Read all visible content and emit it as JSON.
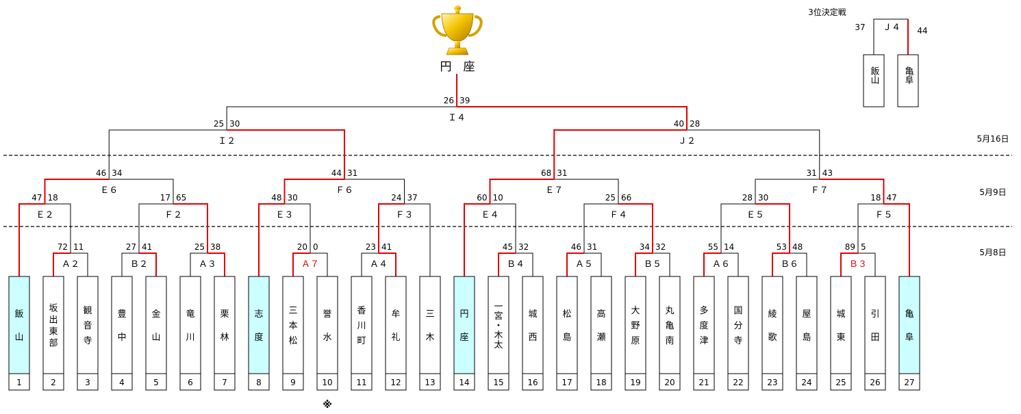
{
  "champion": {
    "label": "円　座"
  },
  "third_place": {
    "title": "3位決定戦",
    "match": "Ｊ４",
    "left_score": "37",
    "right_score": "44",
    "teams": [
      {
        "name": "飯山",
        "winner": false
      },
      {
        "name": "亀阜",
        "winner": true
      }
    ]
  },
  "dates": [
    "5月16日",
    "5月9日",
    "5月8日"
  ],
  "footnote_mark": "※",
  "teams": [
    {
      "seed": "1",
      "name": "飯山",
      "highlight": true
    },
    {
      "seed": "2",
      "name": "坂出東部",
      "highlight": false
    },
    {
      "seed": "3",
      "name": "観音寺",
      "highlight": false
    },
    {
      "seed": "4",
      "name": "豊中",
      "highlight": false
    },
    {
      "seed": "5",
      "name": "金山",
      "highlight": false
    },
    {
      "seed": "6",
      "name": "竜川",
      "highlight": false
    },
    {
      "seed": "7",
      "name": "栗林",
      "highlight": false
    },
    {
      "seed": "8",
      "name": "志度",
      "highlight": true
    },
    {
      "seed": "9",
      "name": "三本松",
      "highlight": false
    },
    {
      "seed": "10",
      "name": "誉水",
      "highlight": false
    },
    {
      "seed": "11",
      "name": "香川町",
      "highlight": false
    },
    {
      "seed": "12",
      "name": "牟礼",
      "highlight": false
    },
    {
      "seed": "13",
      "name": "三木",
      "highlight": false
    },
    {
      "seed": "14",
      "name": "円座",
      "highlight": true
    },
    {
      "seed": "15",
      "name": "一宮・木太",
      "highlight": false
    },
    {
      "seed": "16",
      "name": "城西",
      "highlight": false
    },
    {
      "seed": "17",
      "name": "松島",
      "highlight": false
    },
    {
      "seed": "18",
      "name": "高瀬",
      "highlight": false
    },
    {
      "seed": "19",
      "name": "大野原",
      "highlight": false
    },
    {
      "seed": "20",
      "name": "丸亀南",
      "highlight": false
    },
    {
      "seed": "21",
      "name": "多度津",
      "highlight": false
    },
    {
      "seed": "22",
      "name": "国分寺",
      "highlight": false
    },
    {
      "seed": "23",
      "name": "綾歌",
      "highlight": false
    },
    {
      "seed": "24",
      "name": "屋島",
      "highlight": false
    },
    {
      "seed": "25",
      "name": "城東",
      "highlight": false
    },
    {
      "seed": "26",
      "name": "引田",
      "highlight": false
    },
    {
      "seed": "27",
      "name": "亀阜",
      "highlight": true
    }
  ],
  "colors": {
    "win_line": "#e00000",
    "line": "#000000",
    "highlight_fill": "#ccffff",
    "red_label": "#e00000"
  },
  "matches": [
    {
      "id": "A2",
      "label": "Ａ２",
      "left": [
        2
      ],
      "right": [
        3
      ],
      "scores": [
        "72",
        "11"
      ],
      "winner": "L",
      "label_red": false
    },
    {
      "id": "B2",
      "label": "Ｂ２",
      "left": [
        4
      ],
      "right": [
        5
      ],
      "scores": [
        "27",
        "41"
      ],
      "winner": "R",
      "label_red": false
    },
    {
      "id": "A3",
      "label": "Ａ３",
      "left": [
        6
      ],
      "right": [
        7
      ],
      "scores": [
        "25",
        "38"
      ],
      "winner": "R",
      "label_red": false
    },
    {
      "id": "A7",
      "label": "Ａ７",
      "left": [
        9
      ],
      "right": [
        10
      ],
      "scores": [
        "20",
        "0"
      ],
      "winner": "L",
      "label_red": true
    },
    {
      "id": "A4",
      "label": "Ａ４",
      "left": [
        11
      ],
      "right": [
        12
      ],
      "scores": [
        "23",
        "41"
      ],
      "winner": "R",
      "label_red": false
    },
    {
      "id": "B4",
      "label": "Ｂ４",
      "left": [
        15
      ],
      "right": [
        16
      ],
      "scores": [
        "45",
        "32"
      ],
      "winner": "L",
      "label_red": false
    },
    {
      "id": "A5",
      "label": "Ａ５",
      "left": [
        17
      ],
      "right": [
        18
      ],
      "scores": [
        "46",
        "31"
      ],
      "winner": "L",
      "label_red": false
    },
    {
      "id": "B5",
      "label": "Ｂ５",
      "left": [
        19
      ],
      "right": [
        20
      ],
      "scores": [
        "34",
        "32"
      ],
      "winner": "L",
      "label_red": false
    },
    {
      "id": "A6",
      "label": "Ａ６",
      "left": [
        21
      ],
      "right": [
        22
      ],
      "scores": [
        "55",
        "14"
      ],
      "winner": "L",
      "label_red": false
    },
    {
      "id": "B6",
      "label": "Ｂ６",
      "left": [
        23
      ],
      "right": [
        24
      ],
      "scores": [
        "53",
        "48"
      ],
      "winner": "L",
      "label_red": false
    },
    {
      "id": "B3",
      "label": "Ｂ３",
      "left": [
        25
      ],
      "right": [
        26
      ],
      "scores": [
        "89",
        "5"
      ],
      "winner": "L",
      "label_red": true
    },
    {
      "id": "E2",
      "label": "Ｅ２",
      "left": [
        1
      ],
      "right": [
        "A2"
      ],
      "scores": [
        "47",
        "18"
      ],
      "winner": "L",
      "label_red": false
    },
    {
      "id": "F2",
      "label": "Ｆ２",
      "left": [
        "B2"
      ],
      "right": [
        "A3"
      ],
      "scores": [
        "17",
        "65"
      ],
      "winner": "R",
      "label_red": false
    },
    {
      "id": "E3",
      "label": "Ｅ３",
      "left": [
        8
      ],
      "right": [
        "A7"
      ],
      "scores": [
        "48",
        "30"
      ],
      "winner": "L",
      "label_red": false
    },
    {
      "id": "F3",
      "label": "Ｆ３",
      "left": [
        "A4"
      ],
      "right": [
        13
      ],
      "scores": [
        "24",
        "37"
      ],
      "winner": "L",
      "label_red": false
    },
    {
      "id": "E4",
      "label": "Ｅ４",
      "left": [
        14
      ],
      "right": [
        "B4"
      ],
      "scores": [
        "60",
        "10"
      ],
      "winner": "L",
      "label_red": false
    },
    {
      "id": "F4",
      "label": "Ｆ４",
      "left": [
        "A5"
      ],
      "right": [
        "B5"
      ],
      "scores": [
        "25",
        "66"
      ],
      "winner": "R",
      "label_red": false
    },
    {
      "id": "E5",
      "label": "Ｅ５",
      "left": [
        "A6"
      ],
      "right": [
        "B6"
      ],
      "scores": [
        "28",
        "30"
      ],
      "winner": "R",
      "label_red": false
    },
    {
      "id": "F5",
      "label": "Ｆ５",
      "left": [
        "B3"
      ],
      "right": [
        27
      ],
      "scores": [
        "18",
        "47"
      ],
      "winner": "R",
      "label_red": false
    },
    {
      "id": "E6",
      "label": "Ｅ６",
      "left": [
        "E2"
      ],
      "right": [
        "F2"
      ],
      "scores": [
        "46",
        "34"
      ],
      "winner": "L",
      "label_red": false
    },
    {
      "id": "F6",
      "label": "Ｆ６",
      "left": [
        "E3"
      ],
      "right": [
        "F3"
      ],
      "scores": [
        "44",
        "31"
      ],
      "winner": "L",
      "label_red": false
    },
    {
      "id": "E7",
      "label": "Ｅ７",
      "left": [
        "E4"
      ],
      "right": [
        "F4"
      ],
      "scores": [
        "68",
        "31"
      ],
      "winner": "L",
      "label_red": false
    },
    {
      "id": "F7",
      "label": "Ｆ７",
      "left": [
        "E5"
      ],
      "right": [
        "F5"
      ],
      "scores": [
        "31",
        "43"
      ],
      "winner": "R",
      "label_red": false
    },
    {
      "id": "I2",
      "label": "Ｉ２",
      "left": [
        "E6"
      ],
      "right": [
        "F6"
      ],
      "scores": [
        "25",
        "30"
      ],
      "winner": "R",
      "label_red": false
    },
    {
      "id": "J2",
      "label": "Ｊ２",
      "left": [
        "E7"
      ],
      "right": [
        "F7"
      ],
      "scores": [
        "40",
        "28"
      ],
      "winner": "L",
      "label_red": false
    },
    {
      "id": "I4",
      "label": "Ｉ４",
      "left": [
        "I2"
      ],
      "right": [
        "J2"
      ],
      "scores": [
        "26",
        "39"
      ],
      "winner": "R",
      "label_red": false
    }
  ]
}
